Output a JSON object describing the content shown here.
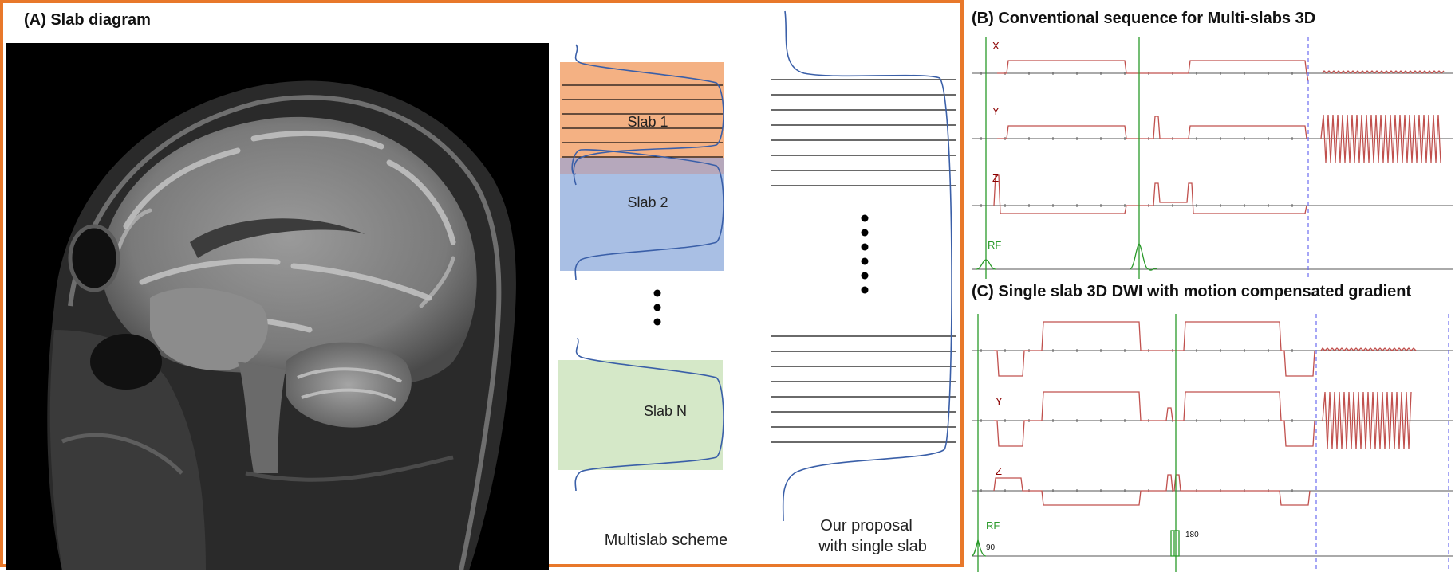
{
  "panel_a": {
    "title": "(A) Slab diagram",
    "slabs": [
      {
        "label": "Slab 1",
        "color": "#f4b183"
      },
      {
        "label": "Slab 2",
        "color": "#a9bfe4"
      },
      {
        "label": "Slab N",
        "color": "#d5e8c8"
      }
    ],
    "multislab_caption": "Multislab scheme",
    "proposal_caption_line1": "Our proposal",
    "proposal_caption_line2": "with single slab"
  },
  "panel_b": {
    "title": "(B)   Conventional sequence for Multi-slabs 3D",
    "axis_labels": {
      "x": "X",
      "y": "Y",
      "z": "Z",
      "rf": "RF"
    }
  },
  "panel_c": {
    "title": "(C) Single slab 3D DWI with motion compensated gradient",
    "axis_labels": {
      "y": "Y",
      "z": "Z",
      "rf": "RF"
    },
    "pulse_90": "90",
    "pulse_180": "180"
  },
  "colors": {
    "frame": "#e8782a",
    "gradient": "#c0504d",
    "rf": "#2a9a2a",
    "profile": "#3a5fa8",
    "marker": "#6b6bf0"
  }
}
